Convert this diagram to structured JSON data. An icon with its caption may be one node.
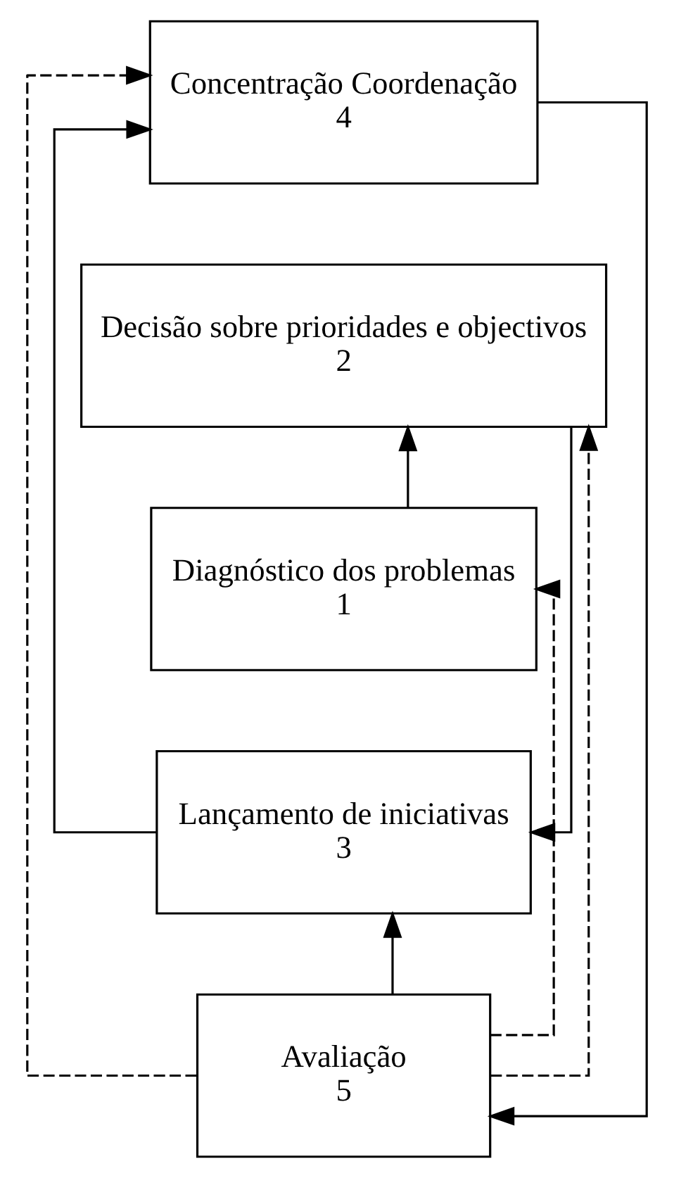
{
  "diagram": {
    "nodes": [
      {
        "text": [
          "Concentração Coordenação",
          "4"
        ]
      },
      {
        "text": [
          "Decisão sobre prioridades e objectivos",
          "2"
        ]
      },
      {
        "text": [
          "Diagnóstico dos problemas",
          "1"
        ]
      },
      {
        "text": [
          "Lançamento de iniciativas",
          "3"
        ]
      },
      {
        "text": [
          "Avaliação",
          "5"
        ]
      }
    ],
    "edges": [
      {
        "from": 0,
        "to": 4,
        "arrow": "to"
      },
      {
        "from": 1,
        "to": 3,
        "arrow": "to"
      },
      {
        "from": 2,
        "to": 1,
        "arrow": "to"
      },
      {
        "from": 3,
        "to": 0,
        "arrow": "to"
      },
      {
        "from": 4,
        "to": 3,
        "arrow": "to"
      },
      {
        "from": 4,
        "to": 2,
        "arrow": "to",
        "style": "dashed"
      },
      {
        "from": 4,
        "to": 1,
        "arrow": "to",
        "style": "dashed"
      },
      {
        "from": 4,
        "to": 0,
        "arrow": "to",
        "style": "dashed"
      }
    ]
  }
}
